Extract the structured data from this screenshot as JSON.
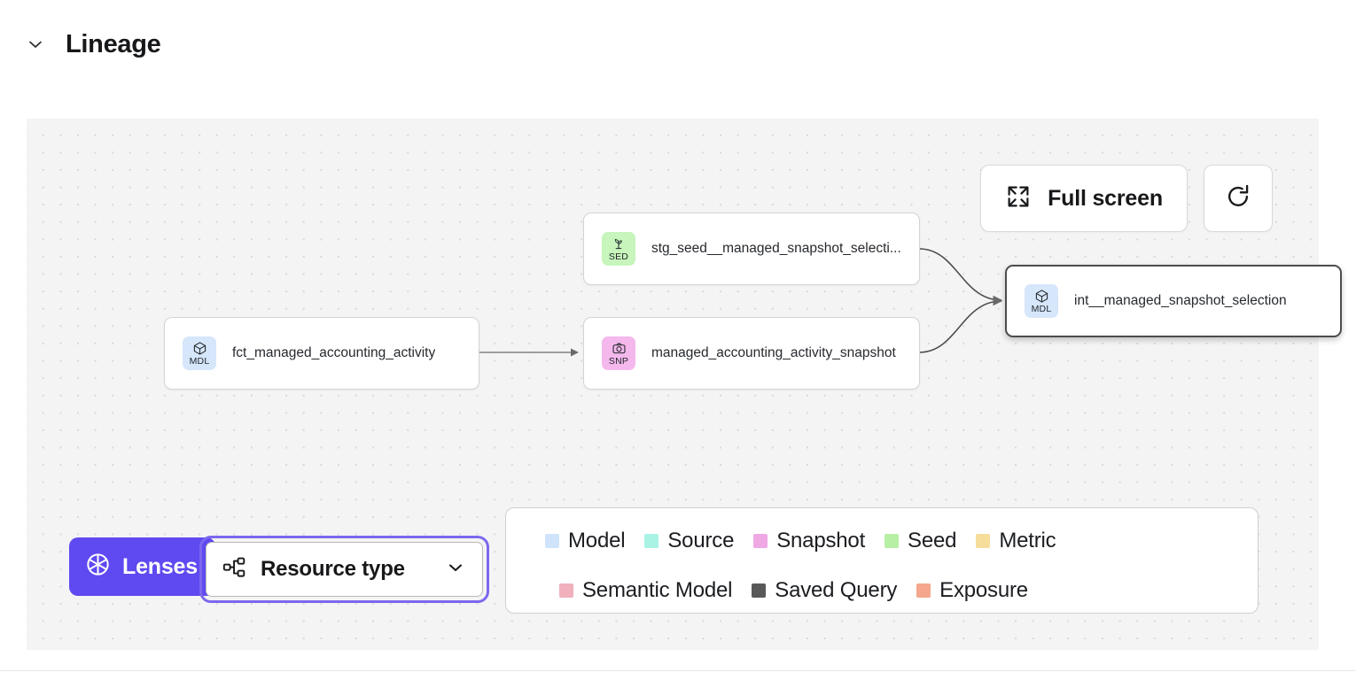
{
  "section": {
    "title": "Lineage",
    "collapse_icon": "chevron-down-icon"
  },
  "canvas": {
    "toolbar": {
      "fullscreen_label": "Full screen",
      "fullscreen_icon": "expand-arrows-icon",
      "refresh_icon": "refresh-icon"
    },
    "nodes": [
      {
        "id": "fct_managed_accounting_activity",
        "label": "fct_managed_accounting_activity",
        "type_code": "MDL",
        "type_name": "Model",
        "badge_glyph": "cube-icon",
        "badge_color": "#d6e6fb",
        "selected": false
      },
      {
        "id": "stg_seed__managed_snapshot_selection",
        "label": "stg_seed__managed_snapshot_selecti...",
        "type_code": "SED",
        "type_name": "Seed",
        "badge_glyph": "sprout-icon",
        "badge_color": "#c7f5bb",
        "selected": false
      },
      {
        "id": "managed_accounting_activity_snapshot",
        "label": "managed_accounting_activity_snapshot",
        "type_code": "SNP",
        "type_name": "Snapshot",
        "badge_glyph": "camera-icon",
        "badge_color": "#f5b8ec",
        "selected": false
      },
      {
        "id": "int__managed_snapshot_selection",
        "label": "int__managed_snapshot_selection",
        "type_code": "MDL",
        "type_name": "Model",
        "badge_glyph": "cube-icon",
        "badge_color": "#d6e6fb",
        "selected": true
      }
    ],
    "controls": {
      "lenses_label": "Lenses",
      "lenses_icon": "aperture-icon",
      "lenses_color": "#5f49f0",
      "resource_type_label": "Resource type",
      "resource_type_icon": "hierarchy-icon",
      "resource_type_chevron": "chevron-down-icon",
      "focus_ring_color": "#7b68ee"
    },
    "legend": {
      "row1": [
        {
          "label": "Model",
          "color": "#cfe4fa"
        },
        {
          "label": "Source",
          "color": "#a9f3e4"
        },
        {
          "label": "Snapshot",
          "color": "#f0a8e4"
        },
        {
          "label": "Seed",
          "color": "#b6f0a4"
        },
        {
          "label": "Metric",
          "color": "#f6dd9b"
        }
      ],
      "row2": [
        {
          "label": "Semantic Model",
          "color": "#f0b0bc"
        },
        {
          "label": "Saved Query",
          "color": "#595959"
        },
        {
          "label": "Exposure",
          "color": "#f4a78c"
        }
      ]
    }
  }
}
